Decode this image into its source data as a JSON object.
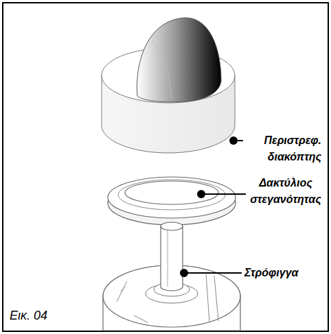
{
  "diagram": {
    "caption": "Εικ. 04",
    "labels": [
      "Περιστρεφ. διακόπτης",
      "Δακτύλιος στεγανότητας",
      "Στρόφιγγα"
    ]
  }
}
